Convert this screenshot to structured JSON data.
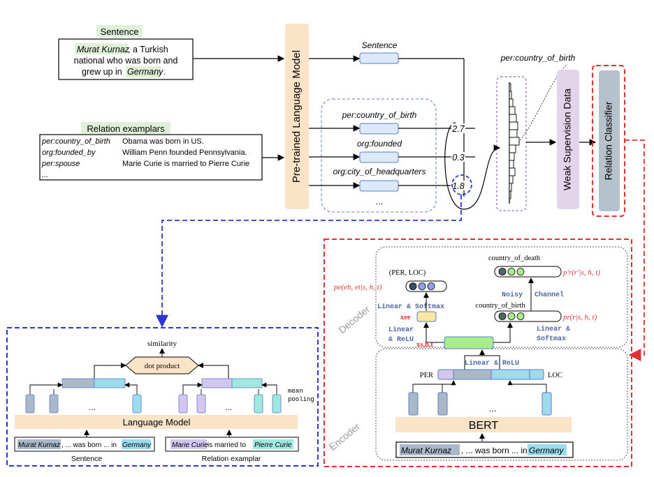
{
  "top": {
    "sentence_label": "Sentence",
    "sentence_text": {
      "line1_hl": "Murat Kurnaz",
      "line1_rest": " , a Turkish",
      "line2": "national who was born and",
      "line3_pre": "grew up in ",
      "line3_hl": "Germany",
      "line3_post": " ."
    },
    "examplars_label": "Relation examplars",
    "examplars": [
      {
        "rel": "per:country_of_birth",
        "text": "Obama was born in US."
      },
      {
        "rel": "org:founded_by",
        "text": "William Penn founded Pennsylvania."
      },
      {
        "rel": "per:spouse",
        "text": "Marie Curie is married to Pierre Curie"
      },
      {
        "rel": "...",
        "text": ""
      }
    ],
    "plm_label": "Pre-trained Language Model",
    "sentence_emb_label": "Sentence",
    "relation_labels": [
      "per:country_of_birth",
      "org:founded",
      "org:city_of_headquarters"
    ],
    "ellipsis": "...",
    "scores": [
      "2.7",
      "0.3",
      "1.8"
    ],
    "dist_label": "per:country_of_birth",
    "weak_label": "Weak Supervision Data",
    "classifier_label": "Relation Classifier"
  },
  "left_panel": {
    "similarity": "similarity",
    "dot_product": "dot product",
    "mean_pooling_1": "mean",
    "mean_pooling_2": "pooling",
    "ellipsis": "...",
    "lm_label": "Language Model",
    "sentence_input": {
      "hl1": "Murat Kurnaz",
      "mid": " , ... was born ... in ",
      "hl2": "Germany"
    },
    "examplar_input": {
      "hl1": "Marie Curie",
      "mid": " is married to ",
      "hl2": "Pierre Curie"
    },
    "sentence_caption": "Sentence",
    "examplar_caption": "Relation examplar"
  },
  "right_panel": {
    "decoder_label": "Decoder",
    "encoder_label": "Encoder",
    "country_of_death": "country_of_death",
    "country_of_birth": "country_of_birth",
    "per_loc": "(PER, LOC)",
    "pe_formula": "pe(eh, et|s, h, t)",
    "pr_prime_formula": "p'r(r'|s, h, t)",
    "pr_formula": "pr(r|s, h, t)",
    "noisy_1": "Noisy",
    "noisy_2": "Channel",
    "lin_softmax_left": "Linear & Softmax",
    "lin_relu_left_1": "Linear",
    "lin_relu_left_2": "& ReLU",
    "xee": "xee",
    "xsht": "xs,h,t",
    "lin_softmax_right_1": "Linear &",
    "lin_softmax_right_2": "Softmax",
    "lin_relu_mid": "Linear & ReLU",
    "per": "PER",
    "loc": "LOC",
    "ellipsis": "...",
    "bert": "BERT",
    "input": {
      "hl1": "Murat Kurnaz",
      "mid": ", ... was born ... in ",
      "hl2": "Germany"
    }
  },
  "colors": {
    "green_hl": "#dff0d8",
    "blue_box": "#dce9fb",
    "blue_stroke": "#5b7cc4",
    "orange_plm": "#fbe3c8",
    "purple_weak": "#e4d4ea",
    "gray_classifier": "#b5c2cc",
    "red": "#e23030",
    "blue_dash": "#2a36d8",
    "gray_bar": "#a9b9c9",
    "cyan_bar": "#9ddcee",
    "purple_bar": "#d3c7f2",
    "teal_bar": "#9ee8e0",
    "yellow_box": "#fce6a4",
    "green_box": "#a8ec8c",
    "lm_bar": "#fbe3c8"
  }
}
